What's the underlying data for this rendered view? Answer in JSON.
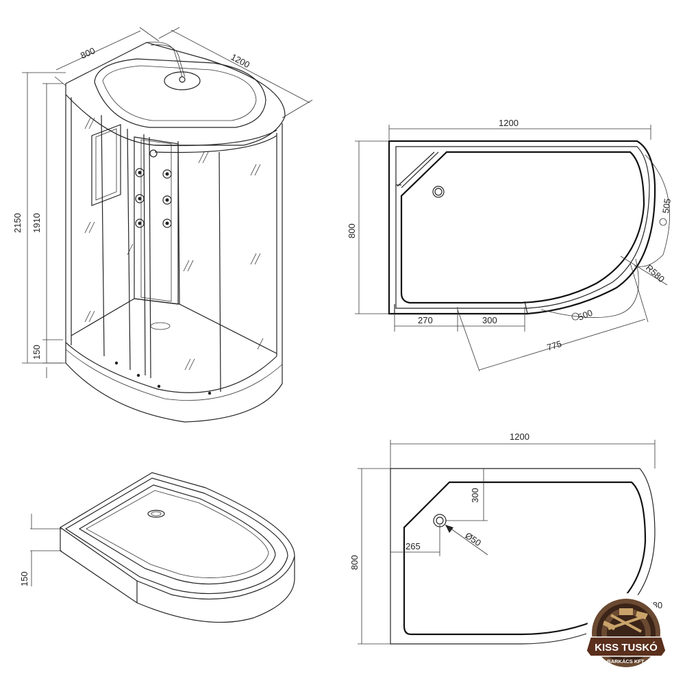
{
  "views": {
    "cabin_iso": {
      "depth": "800",
      "width": "1200",
      "total_height": "2150",
      "glass_height": "1910",
      "tray_height": "150"
    },
    "cabin_plan": {
      "width": "1200",
      "depth": "800",
      "side_offset": "270",
      "door_width": "300",
      "arc_segment_upper": "505",
      "radius": "R580",
      "arc_segment_lower": "500",
      "diagonal": "775"
    },
    "tray_iso": {
      "height": "150"
    },
    "tray_plan": {
      "width": "1200",
      "depth": "800",
      "drain_offset_y": "300",
      "drain_offset_x": "265",
      "drain_diameter": "Ø50",
      "radius": "R580"
    }
  },
  "logo": {
    "name": "KISS TUSKÓ",
    "subtitle": "BARKÁCS KFT.",
    "colors": {
      "dark": "#3b2418",
      "ring": "#6b4a32",
      "banner": "#5a2f1c",
      "gold": "#c9a36a"
    }
  }
}
